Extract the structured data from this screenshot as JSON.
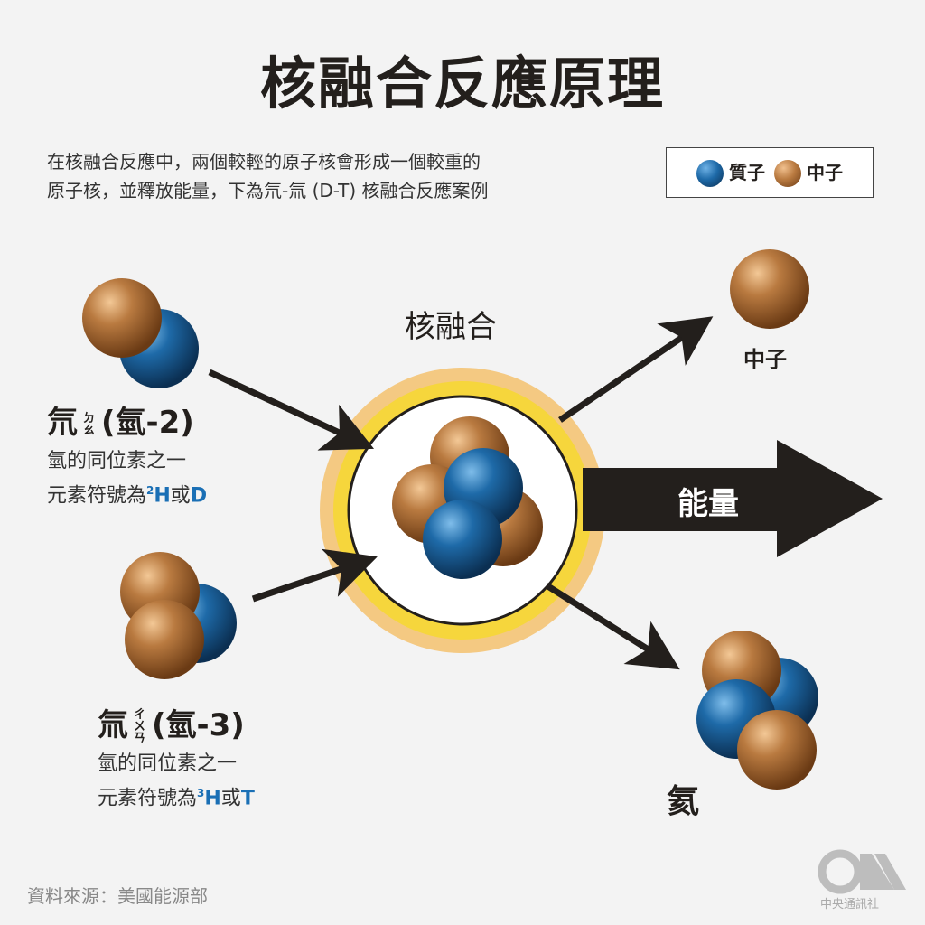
{
  "title": "核融合反應原理",
  "description": [
    "在核融合反應中，兩個較輕的原子核會形成一個較重的",
    "原子核，並釋放能量，下為氘-氚 (D-T) 核融合反應案例"
  ],
  "legend": {
    "proton": "質子",
    "neutron": "中子"
  },
  "colors": {
    "proton": "#1e6aa8",
    "neutron": "#b97a40",
    "accent": "#1a6fb5"
  },
  "deuterium": {
    "name": "氘",
    "bopomofo": "ㄉㄠ",
    "alt": "(氫-2)",
    "line1": "氫的同位素之一",
    "line2_prefix": "元素符號為",
    "sup": "2",
    "symbol": "H",
    "or": "或",
    "alt_symbol": "D"
  },
  "tritium": {
    "name": "氚",
    "bopomofo": "ㄔㄨㄢ",
    "alt": "(氫-3)",
    "line1": "氫的同位素之一",
    "line2_prefix": "元素符號為",
    "sup": "3",
    "symbol": "H",
    "or": "或",
    "alt_symbol": "T"
  },
  "fusion_label": "核融合",
  "energy_label": "能量",
  "neutron_label": "中子",
  "helium_label": "氦",
  "source": "資料來源：美國能源部",
  "logo_text": "中央通訊社"
}
